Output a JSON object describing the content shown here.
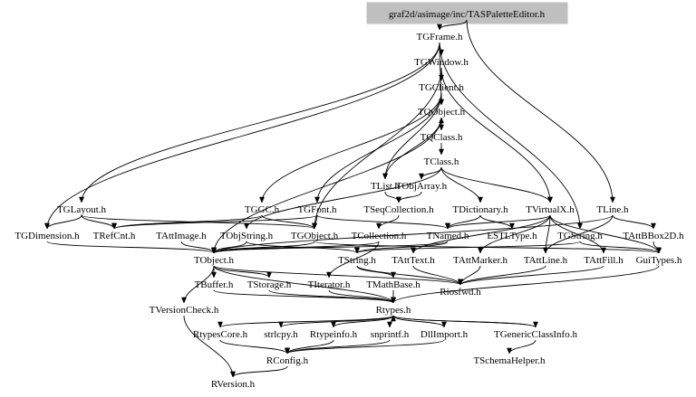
{
  "graph": {
    "root": "graf2d/asimage/inc/TASPaletteEditor.h",
    "colors": {
      "root_fill": "#bfbfbf",
      "edge": "#000000",
      "text": "#000000",
      "background": "#ffffff"
    },
    "nodes": [
      {
        "id": "root",
        "label": "graf2d/asimage/inc/TASPaletteEditor.h"
      },
      {
        "id": "TGFrame",
        "label": "TGFrame.h"
      },
      {
        "id": "TGWindow",
        "label": "TGWindow.h"
      },
      {
        "id": "TGClient",
        "label": "TGClient.h"
      },
      {
        "id": "TQObject",
        "label": "TQObject.h"
      },
      {
        "id": "TQClass",
        "label": "TQClass.h"
      },
      {
        "id": "TClass",
        "label": "TClass.h"
      },
      {
        "id": "TObjArray",
        "label": "TObjArray.h"
      },
      {
        "id": "TList",
        "label": "TList.h"
      },
      {
        "id": "TSeqCollection",
        "label": "TSeqCollection.h"
      },
      {
        "id": "TGLayout",
        "label": "TGLayout.h"
      },
      {
        "id": "TGGC",
        "label": "TGGC.h"
      },
      {
        "id": "TGFont",
        "label": "TGFont.h"
      },
      {
        "id": "TDictionary",
        "label": "TDictionary.h"
      },
      {
        "id": "TVirtualX",
        "label": "TVirtualX.h"
      },
      {
        "id": "TLine",
        "label": "TLine.h"
      },
      {
        "id": "TGDimension",
        "label": "TGDimension.h"
      },
      {
        "id": "TRefCnt",
        "label": "TRefCnt.h"
      },
      {
        "id": "TAttImage",
        "label": "TAttImage.h"
      },
      {
        "id": "TObjString",
        "label": "TObjString.h"
      },
      {
        "id": "TGObject",
        "label": "TGObject.h"
      },
      {
        "id": "TCollection",
        "label": "TCollection.h"
      },
      {
        "id": "TNamed",
        "label": "TNamed.h"
      },
      {
        "id": "ESTLType",
        "label": "ESTLType.h"
      },
      {
        "id": "TGString",
        "label": "TGString.h"
      },
      {
        "id": "TAttBBox2D",
        "label": "TAttBBox2D.h"
      },
      {
        "id": "TObject",
        "label": "TObject.h"
      },
      {
        "id": "TString",
        "label": "TString.h"
      },
      {
        "id": "TAttText",
        "label": "TAttText.h"
      },
      {
        "id": "TAttMarker",
        "label": "TAttMarker.h"
      },
      {
        "id": "TAttLine",
        "label": "TAttLine.h"
      },
      {
        "id": "TAttFill",
        "label": "TAttFill.h"
      },
      {
        "id": "GuiTypes",
        "label": "GuiTypes.h"
      },
      {
        "id": "TBuffer",
        "label": "TBuffer.h"
      },
      {
        "id": "TStorage",
        "label": "TStorage.h"
      },
      {
        "id": "TIterator",
        "label": "TIterator.h"
      },
      {
        "id": "TMathBase",
        "label": "TMathBase.h"
      },
      {
        "id": "Riosfwd",
        "label": "Riosfwd.h"
      },
      {
        "id": "TVersionCheck",
        "label": "TVersionCheck.h"
      },
      {
        "id": "Rtypes",
        "label": "Rtypes.h"
      },
      {
        "id": "RtypesCore",
        "label": "RtypesCore.h"
      },
      {
        "id": "strlcpy",
        "label": "strlcpy.h"
      },
      {
        "id": "Rtypeinfo",
        "label": "Rtypeinfo.h"
      },
      {
        "id": "snprintf",
        "label": "snprintf.h"
      },
      {
        "id": "DllImport",
        "label": "DllImport.h"
      },
      {
        "id": "TGenericClassInfo",
        "label": "TGenericClassInfo.h"
      },
      {
        "id": "RConfig",
        "label": "RConfig.h"
      },
      {
        "id": "TSchemaHelper",
        "label": "TSchemaHelper.h"
      },
      {
        "id": "RVersion",
        "label": "RVersion.h"
      }
    ],
    "edges": [
      [
        "root",
        "TGFrame"
      ],
      [
        "root",
        "TLine"
      ],
      [
        "TGFrame",
        "TGWindow"
      ],
      [
        "TGFrame",
        "TQObject"
      ],
      [
        "TGFrame",
        "TGLayout"
      ],
      [
        "TGFrame",
        "TGString"
      ],
      [
        "TGFrame",
        "TGDimension"
      ],
      [
        "TGWindow",
        "TGClient"
      ],
      [
        "TGWindow",
        "TGObject"
      ],
      [
        "TGWindow",
        "TVirtualX"
      ],
      [
        "TGClient",
        "TQObject"
      ],
      [
        "TGClient",
        "TList"
      ],
      [
        "TGClient",
        "TGGC"
      ],
      [
        "TGClient",
        "TGFont"
      ],
      [
        "TQObject",
        "TQClass"
      ],
      [
        "TQObject",
        "TList"
      ],
      [
        "TQObject",
        "TObject"
      ],
      [
        "TQClass",
        "TQObject"
      ],
      [
        "TQClass",
        "TClass"
      ],
      [
        "TClass",
        "TObjArray"
      ],
      [
        "TClass",
        "TDictionary"
      ],
      [
        "TClass",
        "TObjString"
      ],
      [
        "TClass",
        "TVirtualX"
      ],
      [
        "TObjArray",
        "TSeqCollection"
      ],
      [
        "TList",
        "TSeqCollection"
      ],
      [
        "TSeqCollection",
        "TCollection"
      ],
      [
        "TGLayout",
        "TGObject"
      ],
      [
        "TGLayout",
        "TRefCnt"
      ],
      [
        "TGLayout",
        "TGDimension"
      ],
      [
        "TGGC",
        "TGObject"
      ],
      [
        "TGGC",
        "TRefCnt"
      ],
      [
        "TGFont",
        "TGObject"
      ],
      [
        "TGFont",
        "TNamed"
      ],
      [
        "TGFont",
        "TRefCnt"
      ],
      [
        "TDictionary",
        "TNamed"
      ],
      [
        "TDictionary",
        "ESTLType"
      ],
      [
        "TVirtualX",
        "TNamed"
      ],
      [
        "TVirtualX",
        "GuiTypes"
      ],
      [
        "TVirtualX",
        "TAttText"
      ],
      [
        "TVirtualX",
        "TAttFill"
      ],
      [
        "TVirtualX",
        "TAttLine"
      ],
      [
        "TVirtualX",
        "TAttMarker"
      ],
      [
        "TLine",
        "TObject"
      ],
      [
        "TLine",
        "TAttLine"
      ],
      [
        "TLine",
        "TAttBBox2D"
      ],
      [
        "TGDimension",
        "TObject"
      ],
      [
        "TAttImage",
        "TObject"
      ],
      [
        "TObjString",
        "TObject"
      ],
      [
        "TObjString",
        "TString"
      ],
      [
        "TGObject",
        "TObject"
      ],
      [
        "TGObject",
        "GuiTypes"
      ],
      [
        "TCollection",
        "TObject"
      ],
      [
        "TCollection",
        "TIterator"
      ],
      [
        "TNamed",
        "TObject"
      ],
      [
        "TNamed",
        "TString"
      ],
      [
        "TGString",
        "TString"
      ],
      [
        "TGString",
        "GuiTypes"
      ],
      [
        "TAttBBox2D",
        "GuiTypes"
      ],
      [
        "TObject",
        "TBuffer"
      ],
      [
        "TObject",
        "TStorage"
      ],
      [
        "TObject",
        "TVersionCheck"
      ],
      [
        "TObject",
        "Riosfwd"
      ],
      [
        "TObject",
        "Rtypes"
      ],
      [
        "TString",
        "TMathBase"
      ],
      [
        "TString",
        "Riosfwd"
      ],
      [
        "TAttText",
        "Riosfwd"
      ],
      [
        "TAttMarker",
        "Riosfwd"
      ],
      [
        "TAttLine",
        "Riosfwd"
      ],
      [
        "TAttFill",
        "Riosfwd"
      ],
      [
        "GuiTypes",
        "Rtypes"
      ],
      [
        "TBuffer",
        "Rtypes"
      ],
      [
        "TStorage",
        "Rtypes"
      ],
      [
        "TIterator",
        "Rtypes"
      ],
      [
        "TMathBase",
        "Rtypes"
      ],
      [
        "TVersionCheck",
        "RVersion"
      ],
      [
        "Rtypes",
        "RtypesCore"
      ],
      [
        "Rtypes",
        "strlcpy"
      ],
      [
        "Rtypes",
        "Rtypeinfo"
      ],
      [
        "Rtypes",
        "snprintf"
      ],
      [
        "Rtypes",
        "DllImport"
      ],
      [
        "Rtypes",
        "TGenericClassInfo"
      ],
      [
        "RtypesCore",
        "RConfig"
      ],
      [
        "Rtypeinfo",
        "RConfig"
      ],
      [
        "snprintf",
        "RConfig"
      ],
      [
        "DllImport",
        "RConfig"
      ],
      [
        "TGenericClassInfo",
        "TSchemaHelper"
      ],
      [
        "TGenericClassInfo",
        "Rtypes"
      ],
      [
        "RConfig",
        "RVersion"
      ]
    ]
  }
}
